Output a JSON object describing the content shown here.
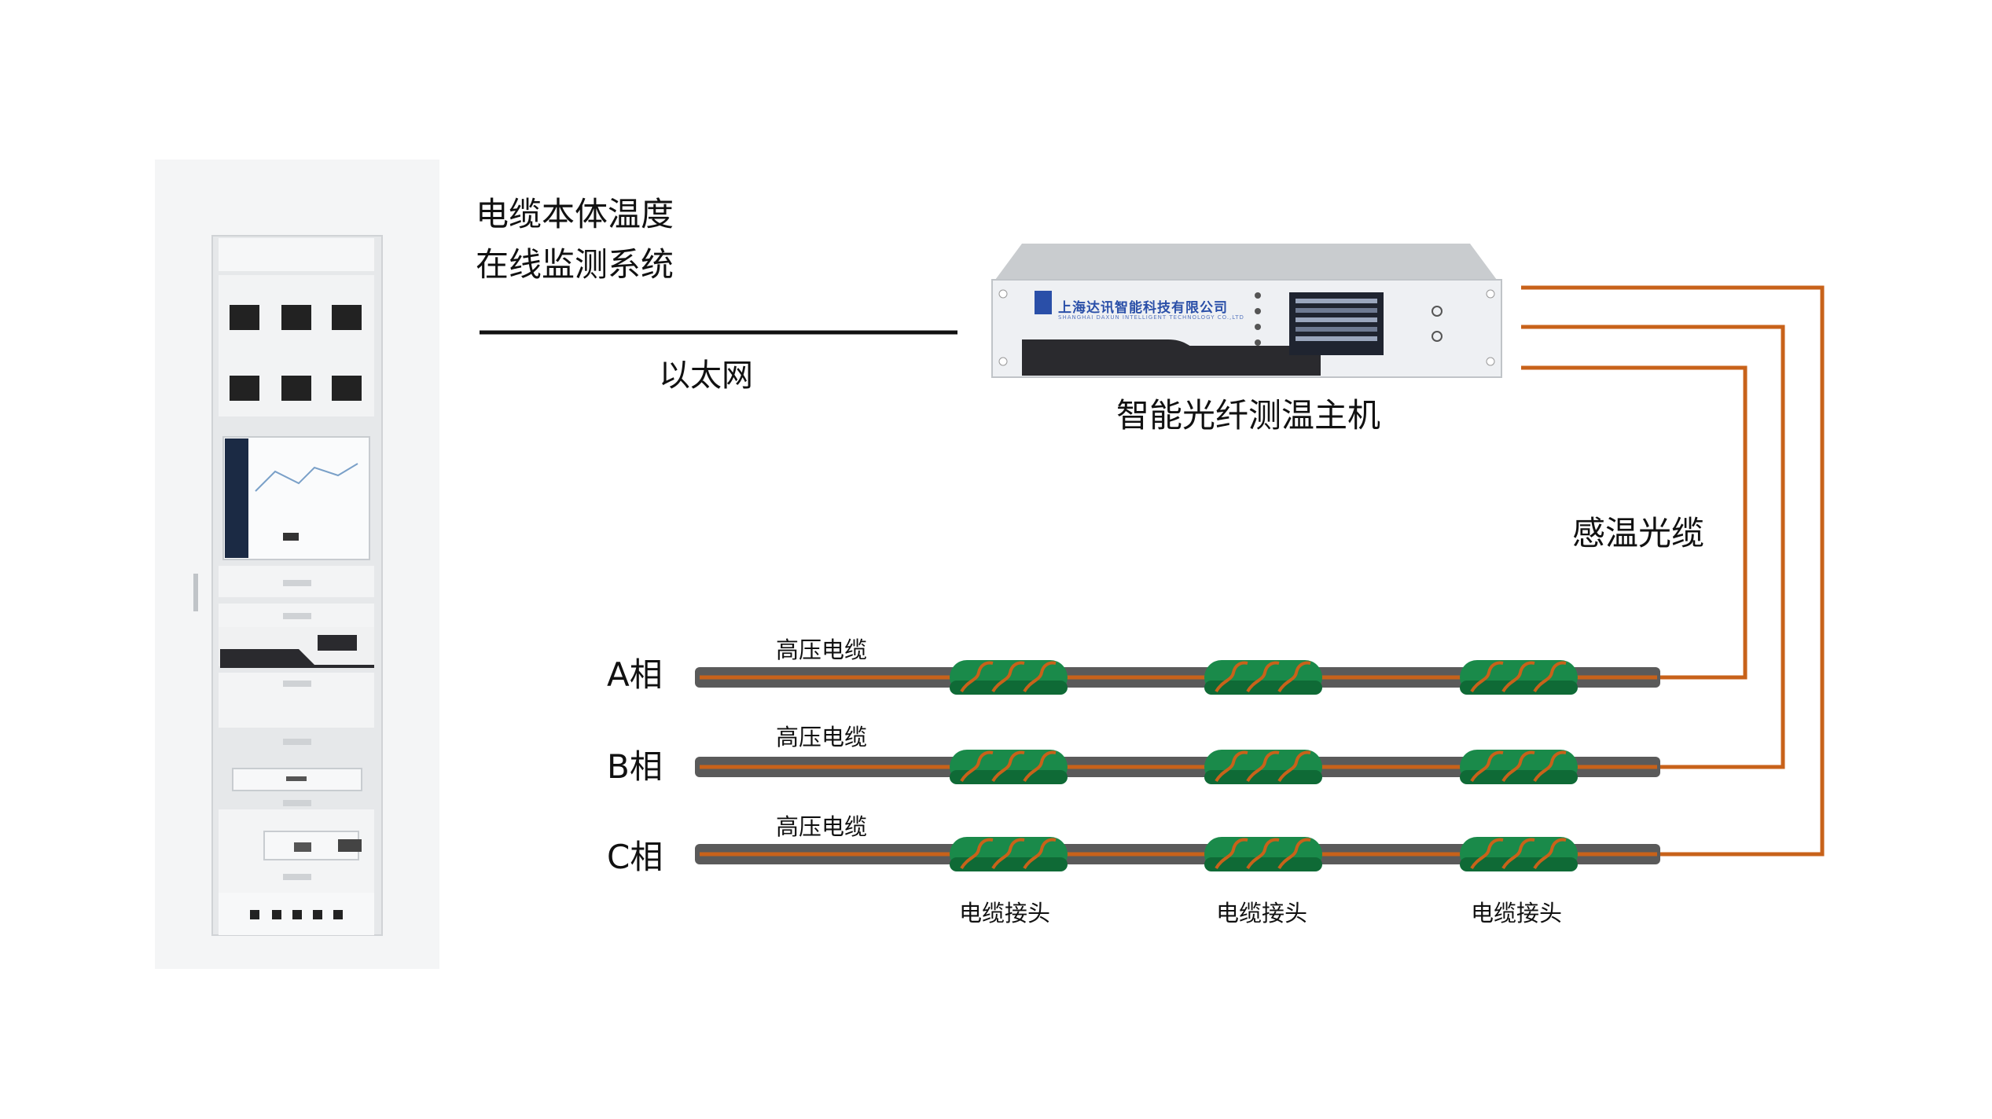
{
  "system_title": {
    "line1": "电缆本体温度",
    "line2": "在线监测系统"
  },
  "link_label": "以太网",
  "host": {
    "label": "智能光纤测温主机",
    "brand": "上海达讯智能科技有限公司",
    "brand_en": "SHANGHAI DAXUN INTELLIGENT TECHNOLOGY CO.,LTD"
  },
  "fiber_label": "感温光缆",
  "phases": [
    {
      "label": "A相",
      "cable_label": "高压电缆"
    },
    {
      "label": "B相",
      "cable_label": "高压电缆"
    },
    {
      "label": "C相",
      "cable_label": "高压电缆"
    }
  ],
  "joint_labels": [
    "电缆接头",
    "电缆接头",
    "电缆接头"
  ],
  "colors": {
    "fiber": "#c8621a",
    "cable_body": "#5a5a5a",
    "joint": "#1a8a4a",
    "joint_dark": "#0f6a36",
    "device_dark": "#2a2a2e",
    "device_panel": "#eef0f3"
  }
}
